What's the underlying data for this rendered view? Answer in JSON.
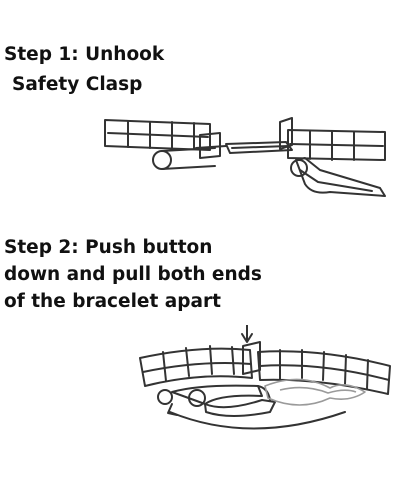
{
  "step1": {
    "title": "Step 1: Unhook",
    "subtitle": "Safety Clasp"
  },
  "step2": {
    "lines": [
      "Step 2: Push button",
      "down and pull both ends",
      "of the bracelet apart"
    ]
  },
  "colors": {
    "text": "#111111",
    "line": "#333333",
    "ghost": "#9a9a9a",
    "background": "#ffffff"
  }
}
